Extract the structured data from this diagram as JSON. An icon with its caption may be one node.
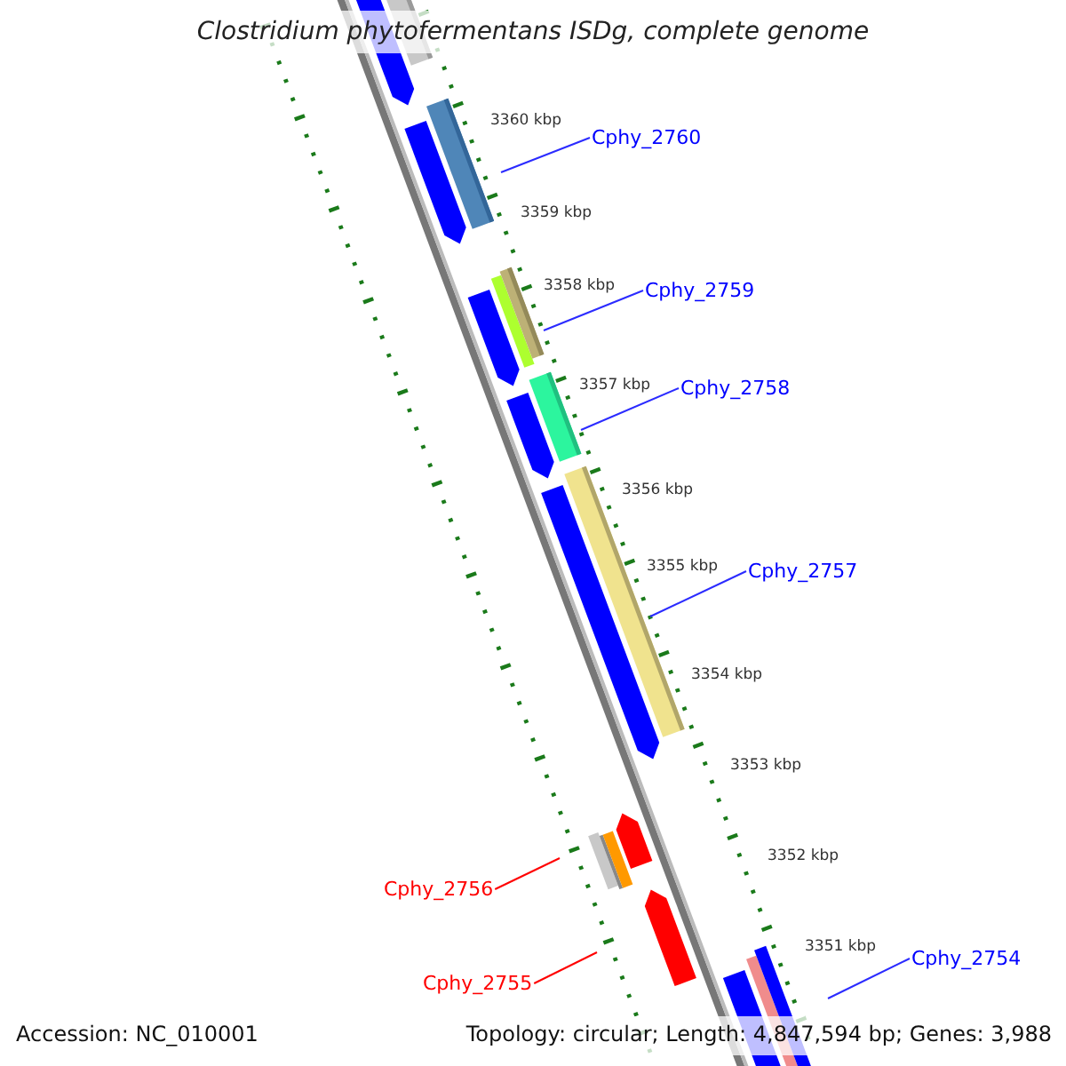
{
  "diagram": {
    "title": "Clostridium phytofermentans ISDg, complete genome",
    "nodes": [
      {
        "text": [
          "Cphy_2760"
        ]
      },
      {
        "text": [
          "Cphy_2759"
        ]
      },
      {
        "text": [
          "Cphy_2758"
        ]
      },
      {
        "text": [
          "Cphy_2757"
        ]
      },
      {
        "text": [
          "Cphy_2756"
        ]
      },
      {
        "text": [
          "Cphy_2755"
        ]
      },
      {
        "text": [
          "Cphy_2754"
        ]
      }
    ],
    "edges": [
      {
        "from": 0,
        "to": null,
        "arrow": "none"
      },
      {
        "from": 1,
        "to": null,
        "arrow": "none"
      },
      {
        "from": 2,
        "to": null,
        "arrow": "none"
      },
      {
        "from": 3,
        "to": null,
        "arrow": "none"
      },
      {
        "from": 4,
        "to": null,
        "arrow": "none",
        "color": "#ff0000"
      },
      {
        "from": 5,
        "to": null,
        "arrow": "none",
        "color": "#ff0000"
      },
      {
        "from": 6,
        "to": null,
        "arrow": "none"
      }
    ],
    "labels": [
      "3360 kbp",
      "3359 kbp",
      "3358 kbp",
      "3357 kbp",
      "3356 kbp",
      "3355 kbp",
      "3354 kbp",
      "3353 kbp",
      "3352 kbp",
      "3351 kbp",
      "Accession: NC_010001",
      "Topology: circular; Length: 4,847,594 bp; Genes: 3,988"
    ]
  }
}
